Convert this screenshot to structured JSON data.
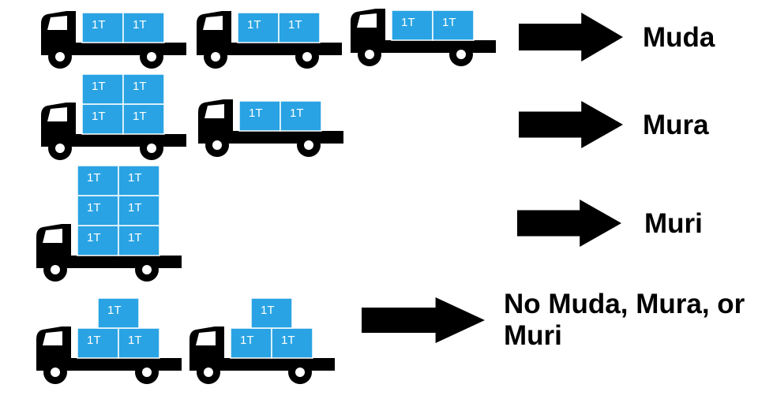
{
  "colors": {
    "truck": "#000000",
    "box": "#29a3e3",
    "box_border": "#ffffff",
    "box_text": "#ffffff",
    "arrow": "#000000"
  },
  "box_label": "1T",
  "rows": [
    {
      "label": "Muda",
      "trucks": [
        {
          "stacks": [
            1,
            1
          ]
        },
        {
          "stacks": [
            1,
            1
          ]
        },
        {
          "stacks": [
            1,
            1
          ]
        }
      ]
    },
    {
      "label": "Mura",
      "trucks": [
        {
          "stacks": [
            2,
            2
          ]
        },
        {
          "stacks": [
            1,
            1
          ]
        }
      ]
    },
    {
      "label": "Muri",
      "trucks": [
        {
          "stacks": [
            3,
            3
          ]
        }
      ]
    },
    {
      "label": "No Muda, Mura, or Muri",
      "trucks": [
        {
          "stacks": [
            1,
            2
          ]
        },
        {
          "stacks": [
            1,
            2
          ]
        }
      ]
    }
  ]
}
